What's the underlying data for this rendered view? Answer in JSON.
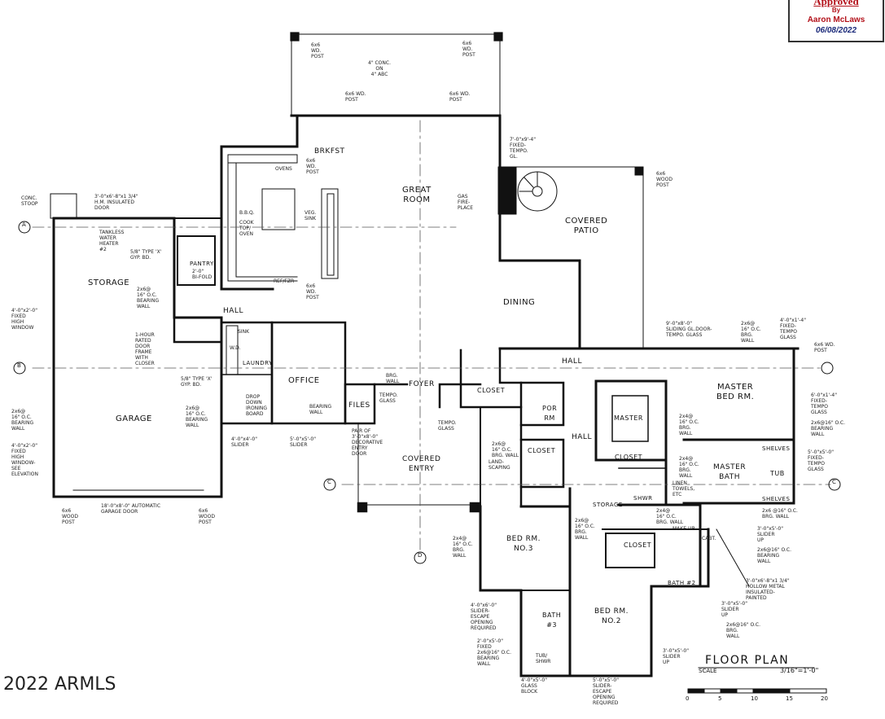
{
  "stamp": {
    "status": "Approved",
    "by": "By",
    "name": "Aaron McLaws",
    "date": "06/08/2022"
  },
  "watermark": "2022 ARMLS",
  "title": {
    "text": "FLOOR PLAN",
    "scale_label": "SCALE",
    "scale_value": "3/16\"=1'-0\""
  },
  "scale_bar": [
    "0",
    "5",
    "10",
    "15",
    "20"
  ],
  "rooms": {
    "storage": "STORAGE",
    "garage": "GARAGE",
    "hall_1": "HALL",
    "pantry": "PANTRY",
    "laundry": "LAUNDRY",
    "office": "OFFICE",
    "files": "FILES",
    "foyer": "FOYER",
    "brkfst": "BRKFST",
    "great_room": "GREAT\nROOM",
    "covered_patio": "COVERED\nPATIO",
    "dining": "DINING",
    "hall_2": "HALL",
    "closet_1": "CLOSET",
    "por_rm": "POR\nRM",
    "closet_2": "CLOSET",
    "hall_3": "HALL",
    "covered_entry": "COVERED\nENTRY",
    "master_closet": "MASTER\nCLOSET",
    "master_bed": "MASTER\nBED RM.",
    "master_bath": "MASTER\nBATH",
    "tub": "TUB",
    "shelves_1": "SHELVES",
    "shelves_2": "SHELVES",
    "storage_2": "STORAGE",
    "shwr": "SHWR",
    "bed3": "BED RM.\nNO.3",
    "closet_3": "CLOSET",
    "bath3": "BATH\n#3",
    "bath2": "BATH #2",
    "bed2": "BED RM.\nNO.2"
  },
  "notes": {
    "wd_post_tl": "6x6\nWD.\nPOST",
    "wd_post_tr": "6x6\nWD.\nPOST",
    "conc": "4\" CONC.\nON\n4\" ABC",
    "wd_post_ml": "6x6 WD.\nPOST",
    "wd_post_mr": "6x6 WD.\nPOST",
    "fixed_tempo": "7'-0\"x9'-4\"\nFIXED-\nTEMPO.\nGL.",
    "wood_post_patio": "6x6\nWOOD\nPOST",
    "gas_fireplace": "GAS\nFIRE-\nPLACE",
    "conc_stoop": "CONC.\nSTOOP",
    "insulated_door": "3'-0\"x6'-8\"x1 3/4\"\nH.M. INSULATED\nDOOR",
    "water_heater": "TANKLESS\nWATER\nHEATER\n#2",
    "gyp_bd_1": "5/8\" TYPE 'X'\nGYP. BD.",
    "bearing_wall_1": "2x6@\n16\" O.C.\nBEARING\nWALL",
    "fixed_high_window_1": "4'-0\"x2'-0\"\nFIXED\nHIGH\nWINDOW",
    "rated_door": "1-HOUR\nRATED\nDOOR\nFRAME\nWITH\nCLOSER",
    "gyp_bd_2": "5/8\" TYPE 'X'\nGYP. BD.",
    "bearing_wall_2": "2x6@\n16\" O.C.\nBEARING\nWALL",
    "bearing_wall_3": "2x6@\n16\" O.C.\nBEARING\nWALL",
    "fixed_high_window_2": "4'-0\"x2'-0\"\nFIXED\nHIGH\nWINDOW-\nSEE\nELEVATION",
    "slider_1": "4'-0\"x4'-0\"\nSLIDER",
    "slider_2": "5'-0\"x5'-0\"\nSLIDER",
    "garage_door": "18'-0\"x8'-0\" AUTOMATIC\nGARAGE DOOR",
    "wood_post_gl": "6x6\nWOOD\nPOST",
    "wood_post_gr": "6x6\nWOOD\nPOST",
    "oven": "OVENS",
    "wd_post_kitchen": "6x6\nWD.\nPOST",
    "bbq": "B.B.Q.",
    "cooktop": "COOK\nTOP/\nOVEN",
    "veg_sink": "VEG.\nSINK",
    "ref": "REF/FZR",
    "wd_post_kitchen2": "6x6\nWD.\nPOST",
    "bi_fold": "2'-0\"\nBI-FOLD",
    "sink": "SINK",
    "wd": "W.D.",
    "drop_down": "DROP\nDOWN\nIRONING\nBOARD",
    "bearing_wall_4": "BEARING\nWALL",
    "brg_wall_1": "BRG.\nWALL",
    "tempo_glass_1": "TEMPO.\nGLASS",
    "pair_doors": "PAIR OF\n3'-0\"x8'-0\"\nDECORATIVE\nENTRY\nDOOR",
    "tempo_glass_2": "TEMPO.\nGLASS",
    "bearing_wall_5": "2x6@\n16\" O.C.\nBRG. WALL",
    "landscaping": "LAND-\nSCAPING",
    "sliding_door": "9'-0\"x8'-0\"\nSLIDING GL.DOOR-\nTEMPO. GLASS",
    "brg_wall_2": "2x6@\n16\" O.C.\nBRG.\nWALL",
    "fixed_tempo_2": "4'-0\"x1'-4\"\nFIXED-\nTEMPO\nGLASS",
    "wd_post_right": "6x6 WD.\nPOST",
    "fixed_tempo_3": "6'-0\"x1'-4\"\nFIXED-\nTEMPO\nGLASS",
    "bearing_wall_6": "2x6@16\" O.C.\nBEARING\nWALL",
    "fixed_tempo_4": "5'-0\"x5'-0\"\nFIXED-\nTEMPO\nGLASS",
    "brg_wall_3": "2x4@\n16\" O.C.\nBRG.\nWALL",
    "brg_wall_4": "2x4@\n16\" O.C.\nBRG.\nWALL",
    "linen": "LINEN\nTOWELS,\nETC",
    "brg_wall_5": "2x4@\n16\" O.C.\nBRG. WALL",
    "brg_wall_6": "2x6 @16\" O.C.\nBRG. WALL",
    "slider_3": "3'-0\"x5'-0\"\nSLIDER\nUP",
    "bearing_wall_7": "2x6@16\" O.C.\nBEARING\nWALL",
    "make_up": "MAKE-UP",
    "cabt": "CABT.",
    "hm_door": "3'-0\"x6'-8\"x1 3/4\"\nHOLLOW METAL\nINSULATED-\nPAINTED",
    "slider_4": "3'-0\"x5'-0\"\nSLIDER\nUP",
    "brg_wall_7": "2x6@16\" O.C.\nBRG.\nWALL",
    "slider_5": "3'-0\"x5'-0\"\nSLIDER\nUP",
    "brg_wall_8": "2x6@\n16\" O.C.\nBRG.\nWALL",
    "brg_wall_9": "2x4@\n16\" O.C.\nBRG.\nWALL",
    "slider_6": "4'-0\"x6'-0\"\nSLIDER-\nESCAPE\nOPENING\nREQUIRED",
    "fixed_window": "2'-0\"x5'-0\"\nFIXED\n2x6@16\" O.C.\nBEARING\nWALL",
    "glass_block": "4'-0\"x5'-0\"\nGLASS\nBLOCK",
    "slider_7": "5'-0\"x5'-0\"\nSLIDER-\nESCAPE\nOPENING\nREQUIRED",
    "tub_shwr": "TUB/\nSHWR"
  },
  "grid": [
    "A",
    "B",
    "C",
    "C",
    "D"
  ]
}
